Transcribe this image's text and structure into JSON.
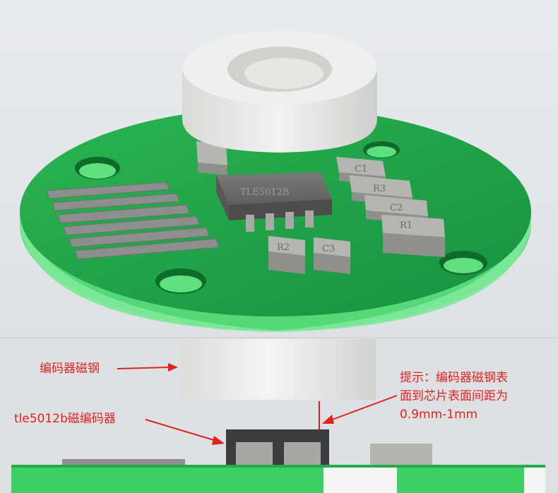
{
  "annotations": {
    "magnet_label": "编码器磁钢",
    "sensor_label": "tle5012b磁编码器",
    "hint_line1": "提示：编码器磁钢表",
    "hint_line2": "面到芯片表面间距为",
    "hint_line3": "0.9mm-1mm"
  },
  "components": {
    "c1": "C1",
    "r3": "R3",
    "c2": "C2",
    "r1": "R1",
    "r2": "R2",
    "c3": "C3",
    "ic": "TLE5012B"
  },
  "colors": {
    "pcb_green": "#1ea64a",
    "pcb_edge": "#5fe07f",
    "annotation_red": "#e0231e",
    "magnet": "#ececec"
  }
}
